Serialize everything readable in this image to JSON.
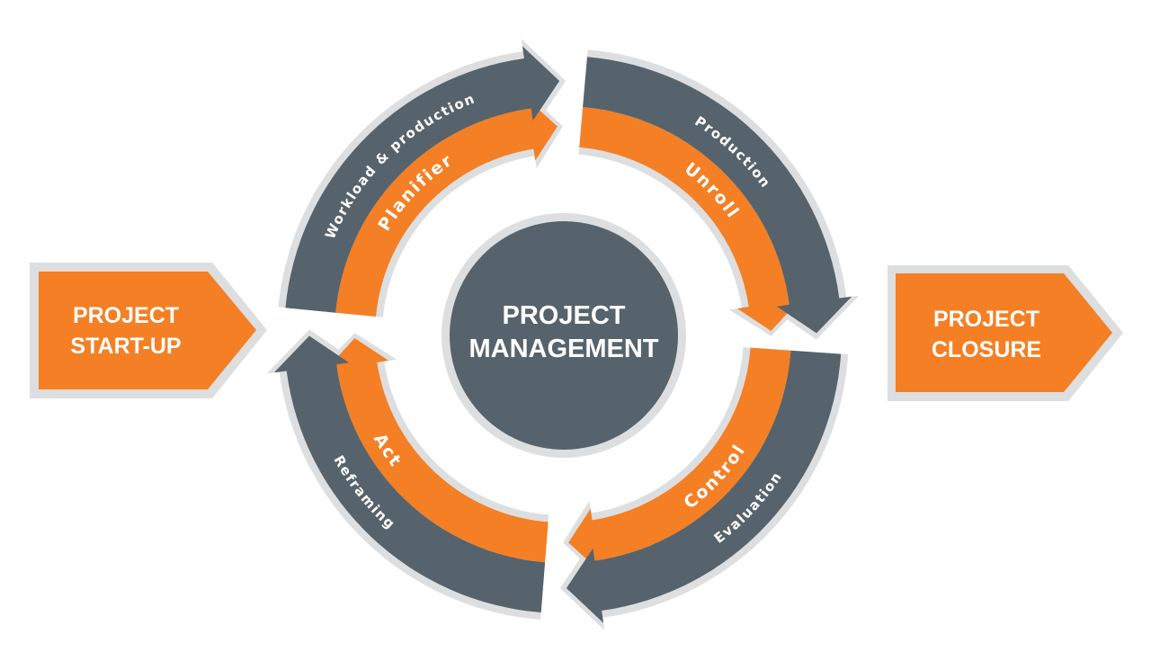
{
  "colors": {
    "orange": "#f47f24",
    "slate": "#56636c",
    "outline": "#dddedf",
    "background": "#ffffff",
    "text": "#ffffff"
  },
  "start_box": {
    "line1": "PROJECT",
    "line2": "START-UP"
  },
  "end_box": {
    "line1": "PROJECT",
    "line2": "CLOSURE"
  },
  "center": {
    "line1": "PROJECT",
    "line2": "MANAGEMENT"
  },
  "cycle": [
    {
      "phase": "Planifier",
      "activity": "Workload & production",
      "position": "top-left"
    },
    {
      "phase": "Unroll",
      "activity": "Production",
      "position": "top-right"
    },
    {
      "phase": "Control",
      "activity": "Evaluation",
      "position": "bottom-right"
    },
    {
      "phase": "Act",
      "activity": "Reframing",
      "position": "bottom-left"
    }
  ]
}
